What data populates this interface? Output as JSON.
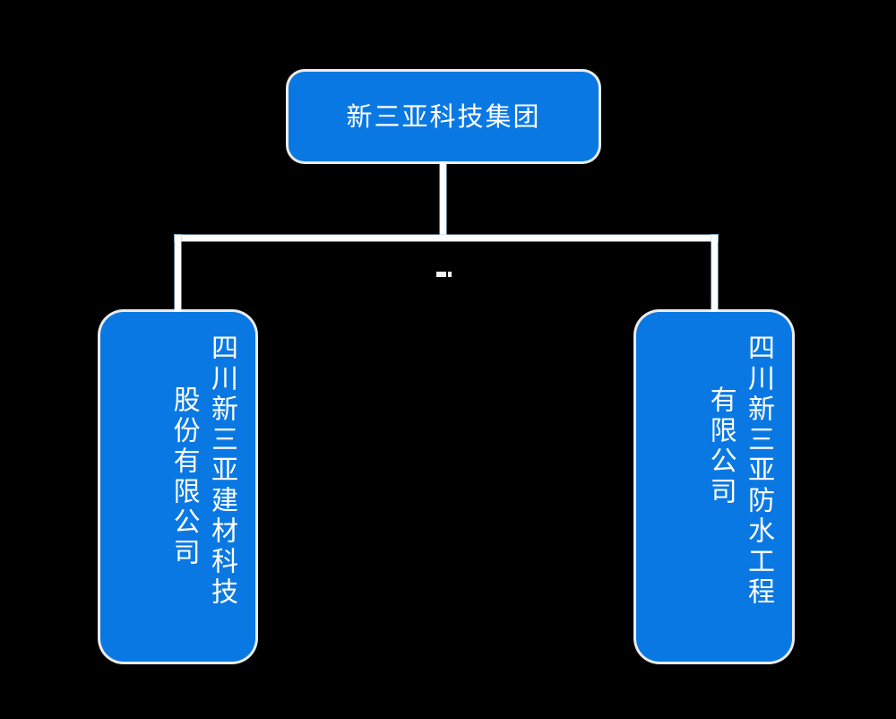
{
  "diagram": {
    "type": "org-chart",
    "background_color": "#000000",
    "node_color": "#0a78e3",
    "text_color": "#ffffff",
    "connector_color": "#ffffff",
    "root": {
      "label": "新三亚科技集团"
    },
    "children": [
      {
        "position": "left",
        "columns": [
          "四川新三亚建材科技",
          "股份有限公司"
        ],
        "full_label": "四川新三亚建材科技股份有限公司"
      },
      {
        "position": "right",
        "columns": [
          "四川新三亚防水工程",
          "有限公司"
        ],
        "full_label": "四川新三亚防水工程有限公司"
      }
    ]
  }
}
